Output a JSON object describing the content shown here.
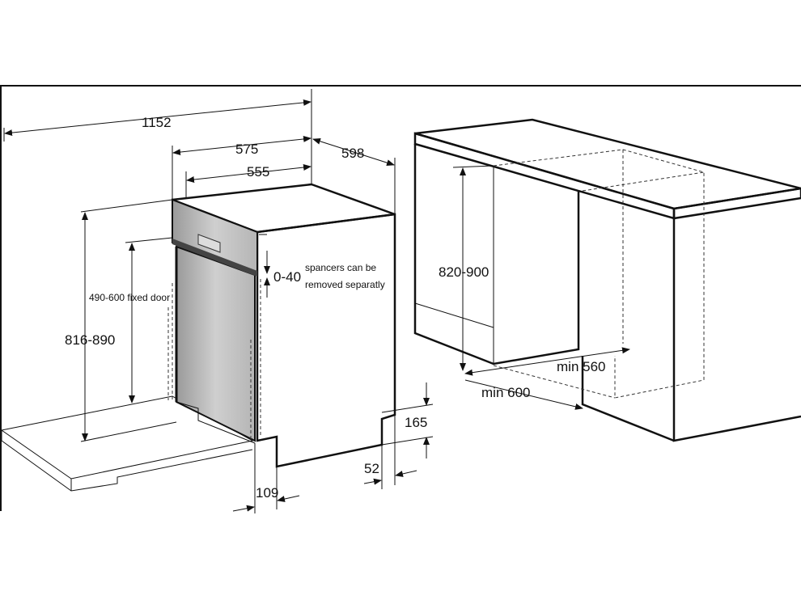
{
  "dishwasher": {
    "width_total": "1152",
    "width_outer": "575",
    "width_inner": "555",
    "depth": "598",
    "height": "816-890",
    "door_height": "490-600 fixed door",
    "spacer": "0-40",
    "spacer_note_line1": "spancers can be",
    "spacer_note_line2": "removed separatly",
    "plinth_height": "165",
    "plinth_depth": "52",
    "door_offset": "109"
  },
  "cabinet": {
    "niche_height": "820-900",
    "niche_width": "min 560",
    "niche_depth": "min 600"
  },
  "colors": {
    "line": "#111111",
    "panel": "#bdbdbd"
  }
}
